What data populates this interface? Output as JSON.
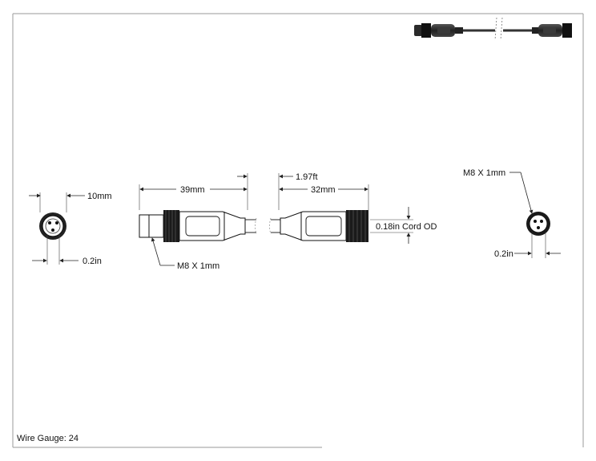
{
  "drawing": {
    "dimensions": {
      "front_diameter": "10mm",
      "front_pin_offset": "0.2in",
      "male_length": "39mm",
      "cable_length": "1.97ft",
      "female_length": "32mm",
      "cord_od": "0.18in Cord OD",
      "male_thread": "M8 X 1mm",
      "female_thread": "M8 X 1mm",
      "female_pin_offset": "0.2in"
    },
    "notes": {
      "wire_gauge": "Wire Gauge: 24"
    },
    "colors": {
      "line": "#111111",
      "cable": "#8a8a8a",
      "photo_body": "#1a1a1a"
    },
    "icons": [
      "cable-photo-thumbnail"
    ]
  }
}
